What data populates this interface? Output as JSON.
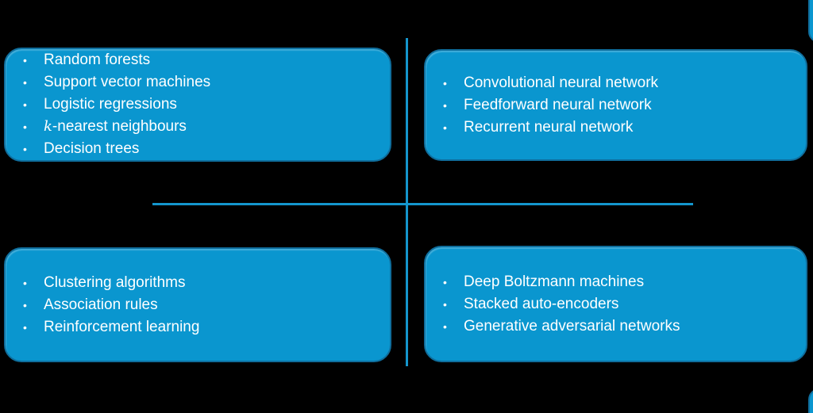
{
  "diagram": {
    "type": "quadrant-diagram",
    "bullet_char": "•",
    "colors": {
      "background": "#000000",
      "box_fill": "#0A96CF",
      "box_border": "#0F6E9D",
      "divider": "#1496CD",
      "text": "#FFFFFF"
    },
    "quadrants": {
      "top_left": {
        "items": [
          "Random forests",
          "Support vector machines",
          "Logistic regressions",
          {
            "italic_prefix": "k",
            "text": "-nearest neighbours"
          },
          "Decision trees"
        ]
      },
      "top_right": {
        "items": [
          "Convolutional neural network",
          "Feedforward neural network",
          "Recurrent neural network"
        ]
      },
      "bottom_left": {
        "items": [
          "Clustering algorithms",
          "Association rules",
          "Reinforcement learning"
        ]
      },
      "bottom_right": {
        "items": [
          "Deep Boltzmann machines",
          "Stacked auto-encoders",
          "Generative adversarial networks"
        ]
      }
    }
  }
}
